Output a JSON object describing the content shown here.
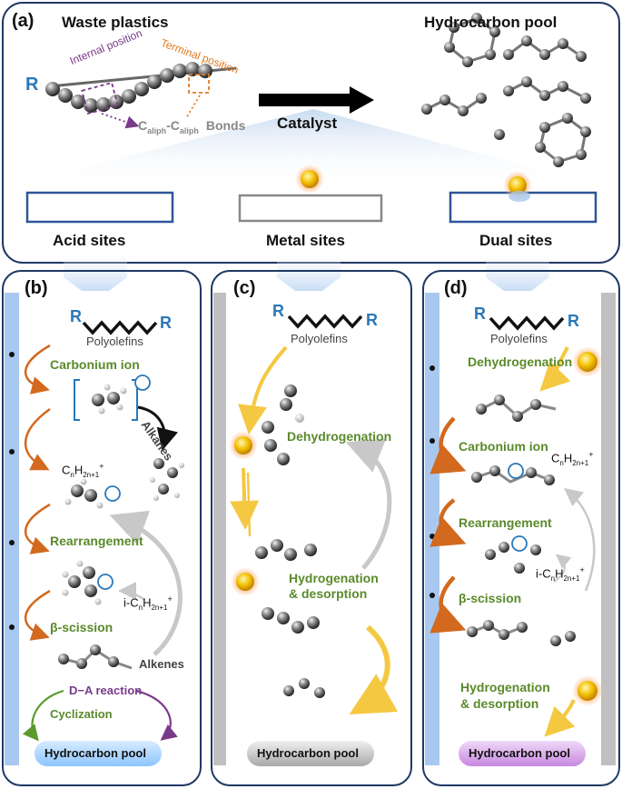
{
  "panel_a": {
    "tag": "(a)",
    "waste": "Waste plastics",
    "pool": "Hydrocarbon pool",
    "r": "R",
    "internal": "Internal position",
    "terminal": "Terminal position",
    "bonds_main": "C",
    "bonds_sub1": "aliph",
    "bonds_mid": "-C",
    "bonds_sub2": "aliph",
    "bonds_word": "Bonds",
    "catalyst": "Catalyst",
    "acid": "Acid sites",
    "metal": "Metal sites",
    "dual": "Dual sites"
  },
  "panel_b": {
    "tag": "(b)",
    "r1": "R",
    "r2": "R",
    "polyolefins": "Polyolefins",
    "carbonium": "Carbonium ion",
    "alkanes": "Alkanes",
    "cn": "C",
    "cn_sub": "n",
    "cn_h": "H",
    "cn_sub2": "2n+1",
    "cn_sup": "+",
    "rearrangement": "Rearrangement",
    "icn": "i-C",
    "beta": "β-scission",
    "alkenes": "Alkenes",
    "da": "D−A reaction",
    "cyclization": "Cyclization",
    "pool": "Hydrocarbon pool"
  },
  "panel_c": {
    "tag": "(c)",
    "r1": "R",
    "r2": "R",
    "polyolefins": "Polyolefins",
    "dehydrogenation": "Dehydrogenation",
    "hydrogenation": "Hydrogenation",
    "desorption": "& desorption",
    "pool": "Hydrocarbon pool"
  },
  "panel_d": {
    "tag": "(d)",
    "r1": "R",
    "r2": "R",
    "polyolefins": "Polyolefins",
    "dehydrogenation": "Dehydrogenation",
    "carbonium": "Carbonium ion",
    "rearrangement": "Rearrangement",
    "beta": "β-scission",
    "hydrogenation": "Hydrogenation",
    "desorption": "& desorption",
    "pool": "Hydrocarbon pool"
  },
  "colors": {
    "navy": "#1f3864",
    "orange_arrow": "#d2691e",
    "green_text": "#5a8a2a",
    "blue_r": "#2a78b8",
    "purple": "#7a3a8a",
    "gold": "#f0b800",
    "yellow_arrow": "#f5c842"
  }
}
